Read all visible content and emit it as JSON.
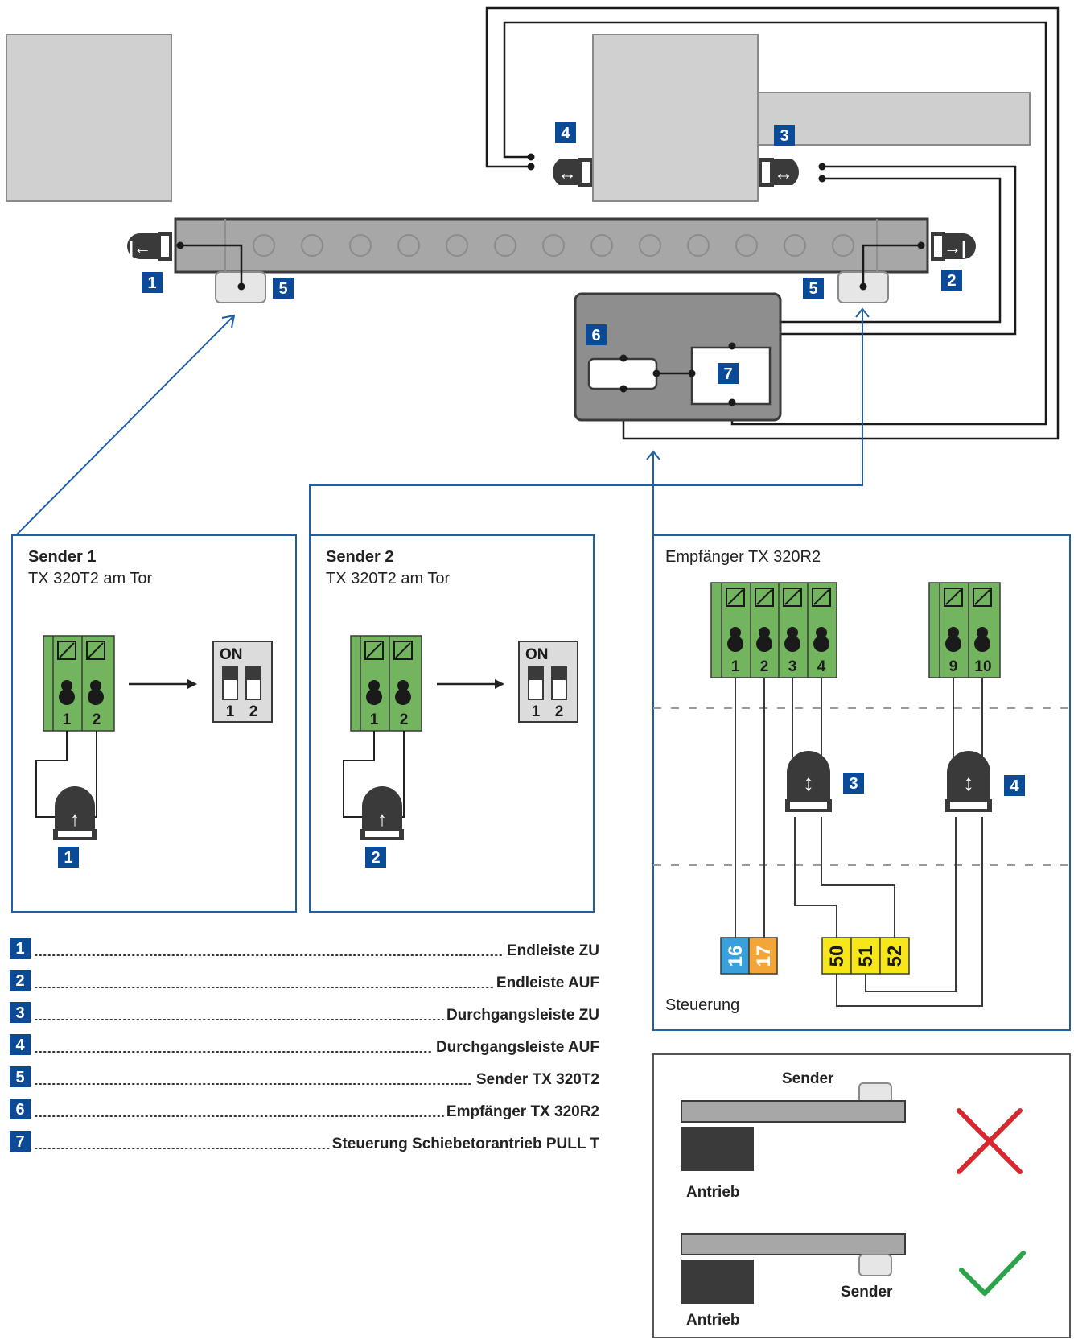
{
  "badges": {
    "b1": "1",
    "b2": "2",
    "b3": "3",
    "b4": "4",
    "b5": "5",
    "b6": "6",
    "b7": "7"
  },
  "panel_sender1": {
    "title": "Sender 1",
    "subtitle": "TX 320T2 am  Tor",
    "terminal_1": "1",
    "terminal_2": "2",
    "dip_on": "ON",
    "dip_1": "1",
    "dip_2": "2",
    "badge": "1"
  },
  "panel_sender2": {
    "title": "Sender 2",
    "subtitle": "TX 320T2 am  Tor",
    "terminal_1": "1",
    "terminal_2": "2",
    "dip_on": "ON",
    "dip_1": "1",
    "dip_2": "2",
    "badge": "2"
  },
  "panel_receiver": {
    "title": "Empfänger TX 320R2",
    "terminals": [
      "1",
      "2",
      "3",
      "4",
      "9",
      "10"
    ],
    "badge_3": "3",
    "badge_4": "4",
    "control_terminals": [
      "16",
      "17",
      "50",
      "51",
      "52"
    ],
    "footer": "Steuerung"
  },
  "legend": [
    {
      "num": "1",
      "text": "Endleiste ZU"
    },
    {
      "num": "2",
      "text": "Endleiste AUF"
    },
    {
      "num": "3",
      "text": "Durchgangsleiste ZU"
    },
    {
      "num": "4",
      "text": "Durchgangsleiste AUF"
    },
    {
      "num": "5",
      "text": "Sender TX 320T2"
    },
    {
      "num": "6",
      "text": "Empfänger TX 320R2"
    },
    {
      "num": "7",
      "text": "Steuerung Schiebetorantrieb PULL T"
    }
  ],
  "legend_leader": "....................................................................................................................................",
  "placement": {
    "wrong": {
      "sender": "Sender",
      "drive": "Antrieb"
    },
    "right": {
      "sender": "Sender",
      "drive": "Antrieb"
    }
  },
  "icons": {
    "arrow_left": "|←",
    "arrow_right": "→|",
    "arrow_both": "↔",
    "arrow_updown": "↕",
    "arrow_up": "↑"
  },
  "colors": {
    "badge_blue": "#0b4a97",
    "panel_blue": "#1e5fa8",
    "terminal_green": "#72b55e",
    "terminal_16": "#3aa0dc",
    "terminal_17": "#f3a53a",
    "terminal_yellow": "#f6e61a",
    "cross_red": "#d6282e",
    "check_green": "#2aa34a",
    "gray_light": "#d0d0d0",
    "gray_mid": "#a7a7a7"
  }
}
